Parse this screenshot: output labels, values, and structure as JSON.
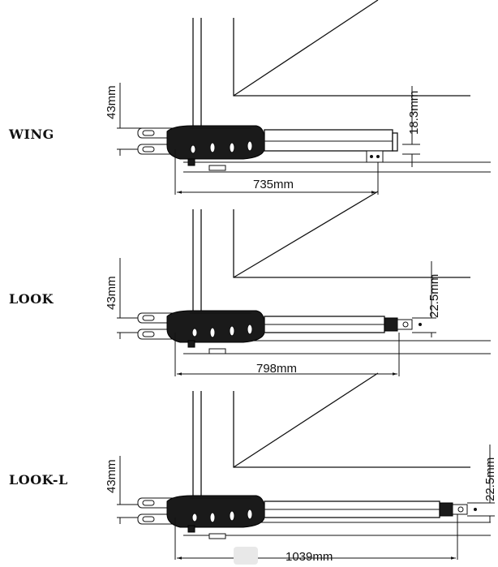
{
  "diagrams": [
    {
      "model": "WING",
      "left_dim": "43mm",
      "right_dim": "18.3mm",
      "length_dim": "735mm"
    },
    {
      "model": "LOOK",
      "left_dim": "43mm",
      "right_dim": "22.5mm",
      "length_dim": "798mm"
    },
    {
      "model": "LOOK-L",
      "left_dim": "43mm",
      "right_dim": "22.5mm",
      "length_dim": "1039mm"
    }
  ]
}
